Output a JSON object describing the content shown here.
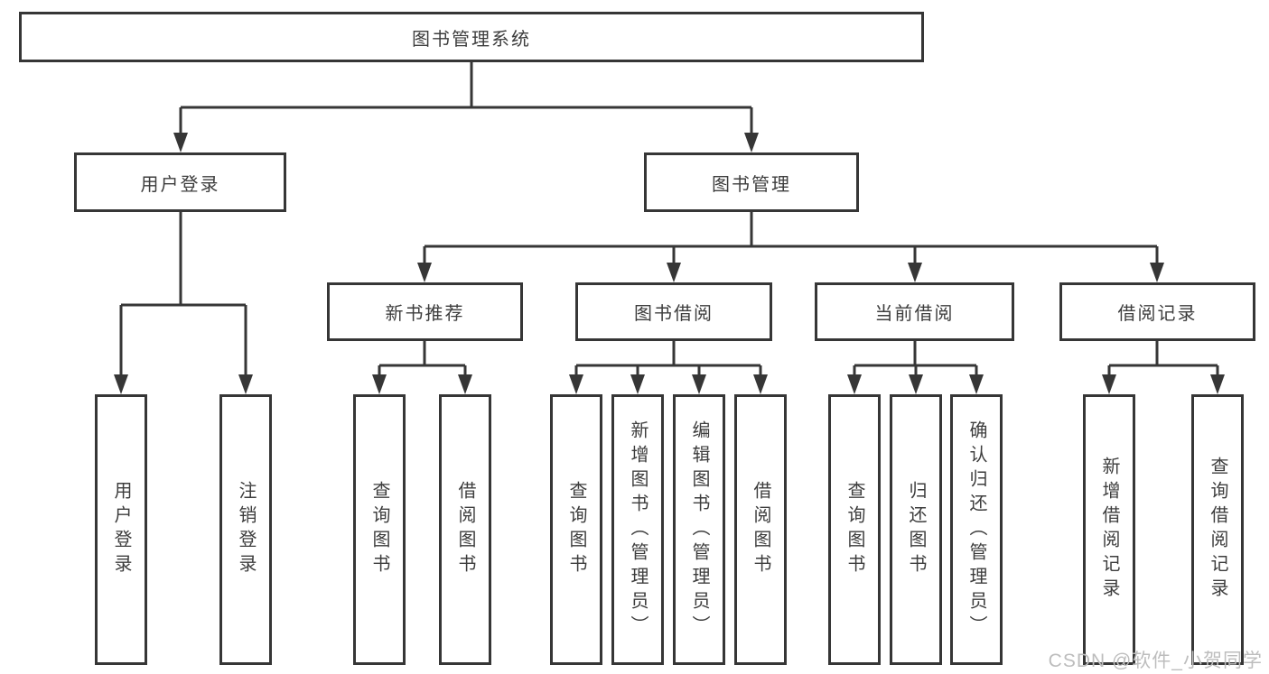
{
  "colors": {
    "line": "#363636",
    "text": "#3d3d3d",
    "node-bg": "#ffffff",
    "bg": "#ffffff",
    "watermark": "#bdbdbd"
  },
  "tree": {
    "label": "图书管理系统",
    "children": [
      {
        "label": "用户登录",
        "children": [
          {
            "label": "用户登录"
          },
          {
            "label": "注销登录"
          }
        ]
      },
      {
        "label": "图书管理",
        "children": [
          {
            "label": "新书推荐",
            "children": [
              {
                "label": "查询图书"
              },
              {
                "label": "借阅图书"
              }
            ]
          },
          {
            "label": "图书借阅",
            "children": [
              {
                "label": "查询图书"
              },
              {
                "label": "新增图书（管理员）"
              },
              {
                "label": "编辑图书（管理员）"
              },
              {
                "label": "借阅图书"
              }
            ]
          },
          {
            "label": "当前借阅",
            "children": [
              {
                "label": "查询图书"
              },
              {
                "label": "归还图书"
              },
              {
                "label": "确认归还（管理员）"
              }
            ]
          },
          {
            "label": "借阅记录",
            "children": [
              {
                "label": "新增借阅记录"
              },
              {
                "label": "查询借阅记录"
              }
            ]
          }
        ]
      }
    ]
  },
  "watermark": {
    "text": "CSDN @软件_小贺同学"
  }
}
